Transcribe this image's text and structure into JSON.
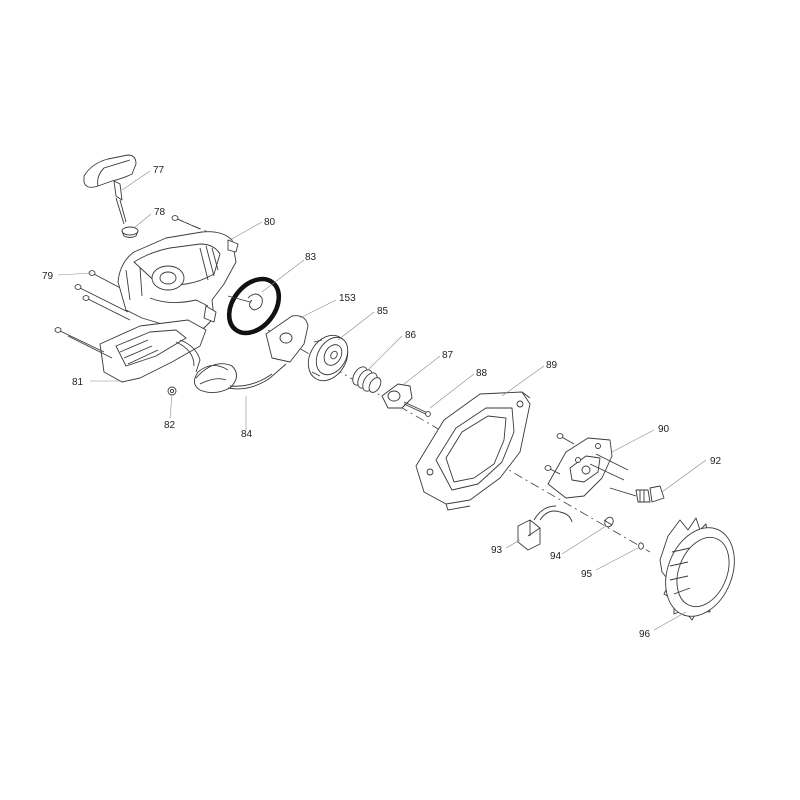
{
  "diagram": {
    "labels": {
      "l77": "77",
      "l78": "78",
      "l79": "79",
      "l80": "80",
      "l81": "81",
      "l82": "82",
      "l83": "83",
      "l153": "153",
      "l84": "84",
      "l85": "85",
      "l86": "86",
      "l87": "87",
      "l88": "88",
      "l89": "89",
      "l90": "90",
      "l92": "92",
      "l93": "93",
      "l94": "94",
      "l95": "95",
      "l96": "96"
    },
    "colors": {
      "line": "#3a3a3a",
      "leader": "#8a8a8a",
      "background": "#ffffff"
    }
  }
}
